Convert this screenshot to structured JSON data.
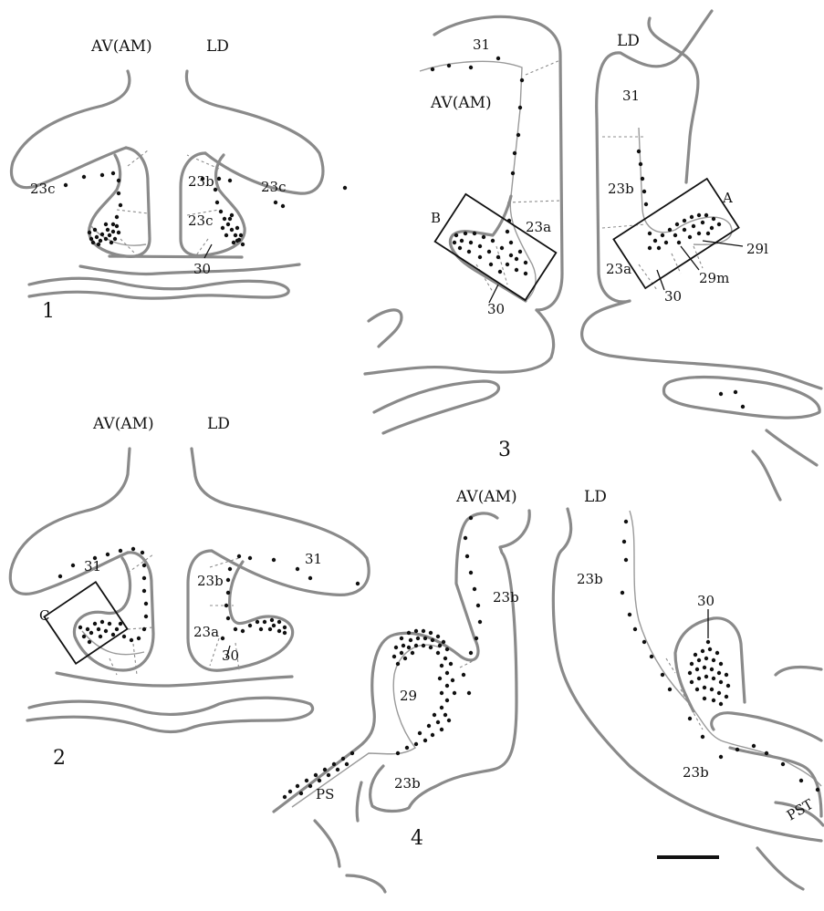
{
  "panels": {
    "p1": {
      "number": "1",
      "headers": [
        "AV(AM)",
        "LD"
      ],
      "labels": [
        "23c",
        "23b",
        "23c",
        "23c",
        "30"
      ]
    },
    "p2": {
      "number": "2",
      "headers": [
        "AV(AM)",
        "LD"
      ],
      "labels": [
        "31",
        "31",
        "23b",
        "23a",
        "30"
      ],
      "boxes": [
        "C"
      ]
    },
    "p3": {
      "number": "3",
      "headers": [
        "AV(AM)",
        "LD"
      ],
      "labels": [
        "31",
        "31",
        "23b",
        "23a",
        "23a",
        "30",
        "30",
        "29l",
        "29m"
      ],
      "boxes": [
        "B",
        "A"
      ]
    },
    "p4": {
      "number": "4",
      "headers": [
        "AV(AM)",
        "LD"
      ],
      "labels": [
        "23b",
        "23b",
        "29",
        "PS",
        "23b",
        "30",
        "23b",
        "PST"
      ]
    }
  }
}
